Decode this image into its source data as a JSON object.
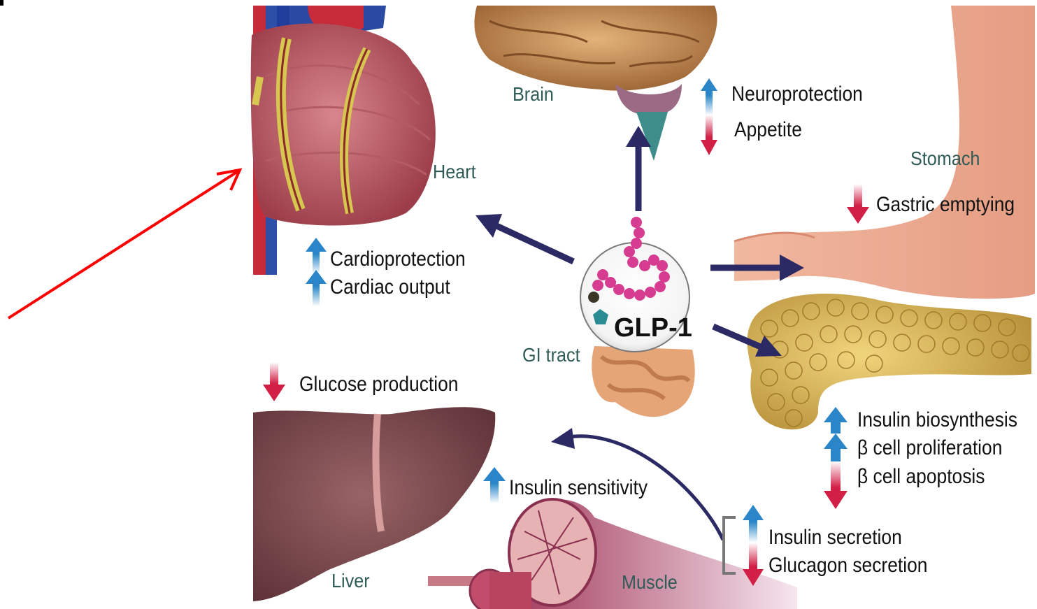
{
  "center": {
    "label": "GLP-1"
  },
  "organs": {
    "brain": "Brain",
    "heart": "Heart",
    "stomach": "Stomach",
    "gi_tract": "GI tract",
    "liver": "Liver",
    "muscle": "Muscle"
  },
  "effects": {
    "brain": [
      {
        "text": "Neuroprotection",
        "direction": "up"
      },
      {
        "text": "Appetite",
        "direction": "down"
      }
    ],
    "heart": [
      {
        "text": "Cardioprotection",
        "direction": "up"
      },
      {
        "text": "Cardiac output",
        "direction": "up"
      }
    ],
    "stomach": [
      {
        "text": "Gastric emptying",
        "direction": "down"
      }
    ],
    "liver": [
      {
        "text": "Glucose production",
        "direction": "down"
      }
    ],
    "muscle": [
      {
        "text": "Insulin sensitivity",
        "direction": "up"
      }
    ],
    "pancreas": [
      {
        "text": "Insulin biosynthesis",
        "direction": "up"
      },
      {
        "text": "β cell proliferation",
        "direction": "up"
      },
      {
        "text": "β cell apoptosis",
        "direction": "down"
      }
    ],
    "secretion": [
      {
        "text": "Insulin secretion",
        "direction": "up"
      },
      {
        "text": "Glucagon secretion",
        "direction": "down"
      }
    ]
  },
  "colors": {
    "increase_arrow": "#2a86c8",
    "decrease_arrow": "#d21f46",
    "connector_arrow": "#2b2a64",
    "pointer_arrow": "#ff0000",
    "organ_label": "#2f5b57"
  }
}
